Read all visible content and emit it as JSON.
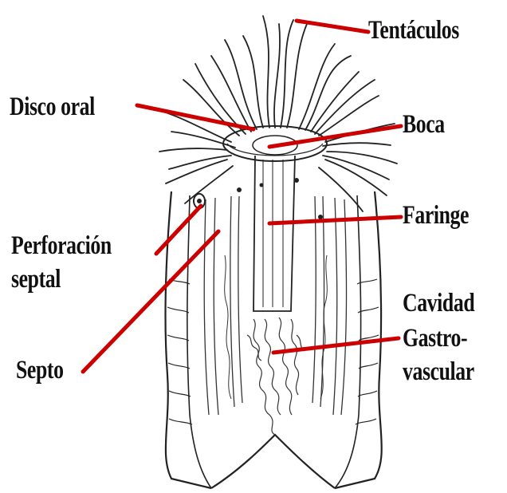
{
  "labels": {
    "tentaculos": "Tentáculos",
    "disco_oral": "Disco oral",
    "boca": "Boca",
    "faringe": "Faringe",
    "perforacion_line1": "Perforación",
    "perforacion_line2": "septal",
    "septo": "Septo",
    "cavidad_line1": "Cavidad",
    "cavidad_line2": "Gastro-",
    "cavidad_line3": "vascular"
  },
  "colors": {
    "leader_line": "#cc0000",
    "ink": "#111111",
    "background": "#ffffff"
  }
}
